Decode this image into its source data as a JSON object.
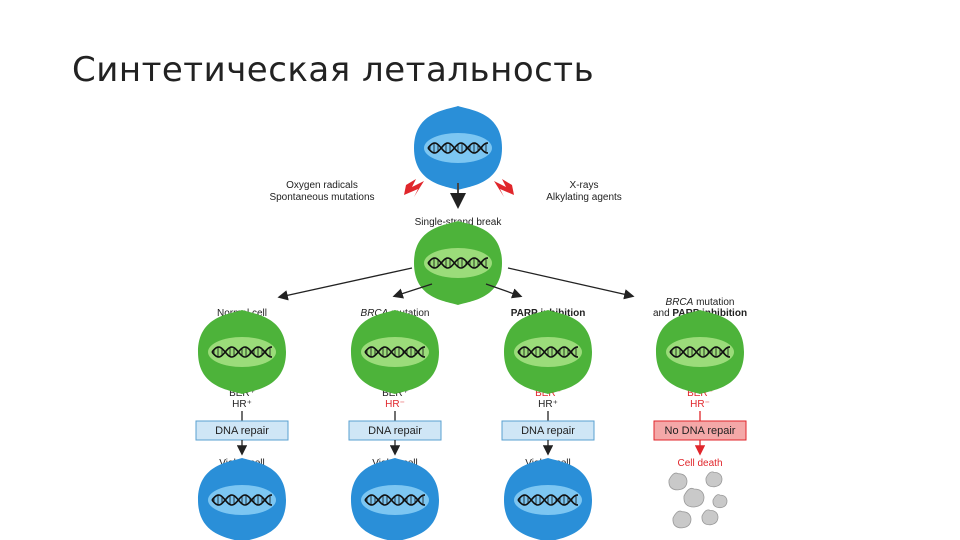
{
  "title": "Синтетическая летальность",
  "top": {
    "left_causes": [
      "Oxygen radicals",
      "Spontaneous mutations"
    ],
    "right_causes": [
      "X-rays",
      "Alkylating agents"
    ],
    "break_label": "Single-strand break"
  },
  "columns": [
    {
      "heading_lines": [
        {
          "parts": [
            {
              "text": "Normal cell"
            }
          ]
        }
      ],
      "ber": "BER⁺",
      "ber_red": false,
      "hr": "HR⁺",
      "hr_red": false,
      "box": "DNA repair",
      "box_red": false,
      "outcome": "Viable cell",
      "outcome_red": false,
      "result": "cell"
    },
    {
      "heading_lines": [
        {
          "parts": [
            {
              "text": "BRCA",
              "italic": true
            },
            {
              "text": " mutation"
            }
          ]
        }
      ],
      "ber": "BER⁺",
      "ber_red": false,
      "hr": "HR⁻",
      "hr_red": true,
      "box": "DNA repair",
      "box_red": false,
      "outcome": "Viable cell",
      "outcome_red": false,
      "result": "cell"
    },
    {
      "heading_lines": [
        {
          "parts": [
            {
              "text": "PARP inhibition",
              "bold": true
            }
          ]
        }
      ],
      "ber": "BER⁻",
      "ber_red": true,
      "hr": "HR⁺",
      "hr_red": false,
      "box": "DNA repair",
      "box_red": false,
      "outcome": "Viable cell",
      "outcome_red": false,
      "result": "cell"
    },
    {
      "heading_lines": [
        {
          "parts": [
            {
              "text": "BRCA",
              "italic": true
            },
            {
              "text": " mutation"
            }
          ]
        },
        {
          "parts": [
            {
              "text": "and "
            },
            {
              "text": "PARP inhibition",
              "bold": true
            }
          ]
        }
      ],
      "ber": "BER⁻",
      "ber_red": true,
      "hr": "HR⁻",
      "hr_red": true,
      "box": "No DNA repair",
      "box_red": true,
      "outcome": "Cell death",
      "outcome_red": true,
      "result": "death"
    }
  ],
  "colors": {
    "blue_cell": "#2a8fd8",
    "blue_cell_light": "#7cc6f2",
    "green_cell": "#4db33a",
    "green_cell_light": "#9bdc7a",
    "repair_box_fill": "#cfe6f6",
    "repair_box_stroke": "#5aa0d0",
    "no_repair_fill": "#f4a8a8",
    "no_repair_stroke": "#e0262b",
    "red_text": "#e0262b",
    "bolt": "#e0262b"
  }
}
